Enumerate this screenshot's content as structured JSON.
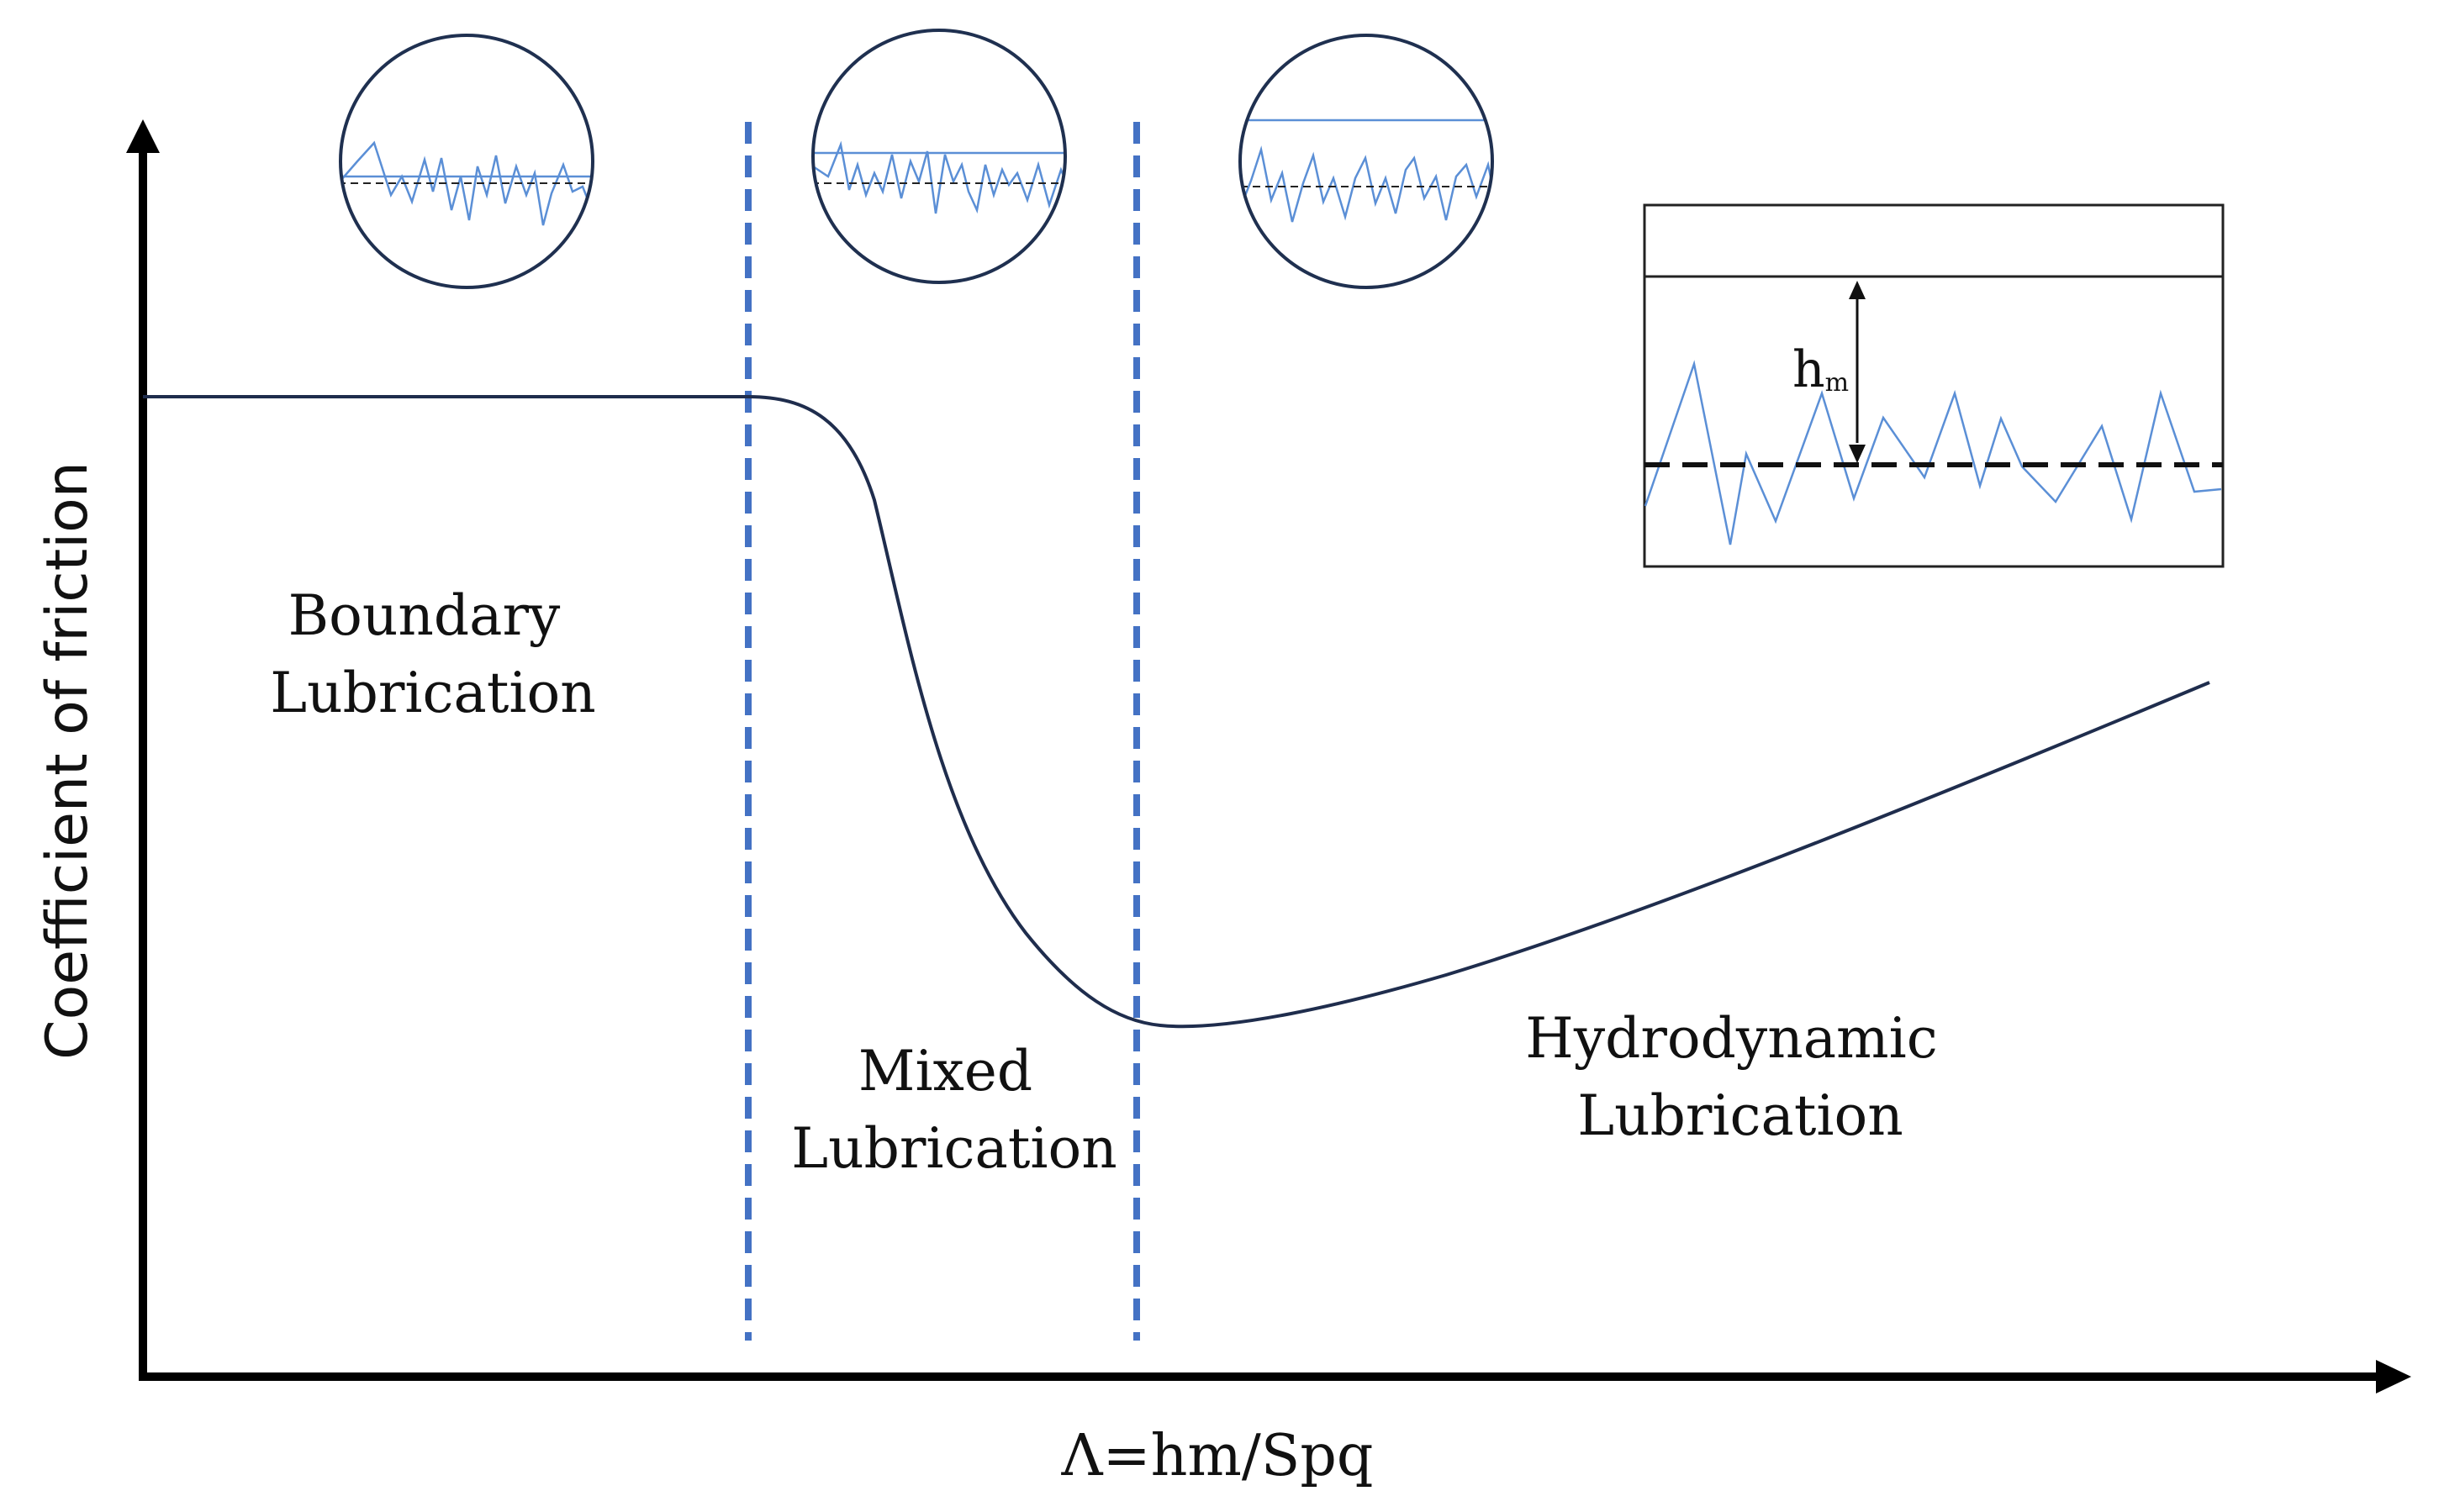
{
  "axes": {
    "y_label": "Coefficient of friction",
    "x_label": "Λ=hm/Spq"
  },
  "regions": [
    {
      "id": "boundary",
      "line1": "Boundary",
      "line2": "Lubrication"
    },
    {
      "id": "mixed",
      "line1": "Mixed",
      "line2": "Lubrication"
    },
    {
      "id": "hydrodynamic",
      "line1": "Hydrodynamic",
      "line2": "Lubrication"
    }
  ],
  "inset": {
    "h_label": "h",
    "h_subscript": "m"
  },
  "colors": {
    "axis": "#000000",
    "curve": "#1f2d4d",
    "divider": "#4472c4",
    "roughness": "#5b8fd6",
    "circle_border": "#1f3050",
    "text": "#111111"
  }
}
